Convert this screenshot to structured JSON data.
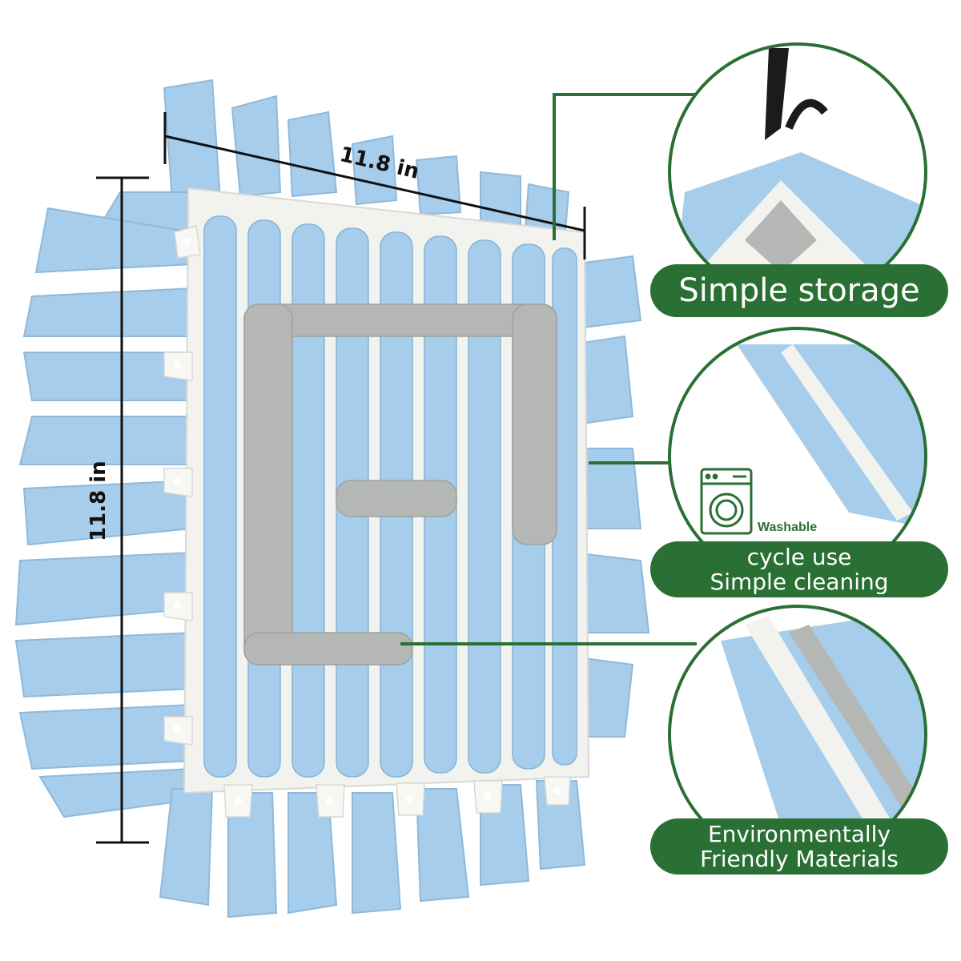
{
  "dimensions": {
    "width_label": "11.8 in",
    "height_label": "11.8 in"
  },
  "features": [
    {
      "lines": [
        "Simple storage"
      ]
    },
    {
      "lines": [
        "cycle use",
        "Simple cleaning"
      ],
      "icon": "washing-machine-icon",
      "icon_label": "Washable"
    },
    {
      "lines": [
        "Environmentally",
        "Friendly Materials"
      ]
    }
  ],
  "colors": {
    "accent_green": "#2a6f34",
    "fleece_blue": "#a6cdeb",
    "fleece_gray": "#b4b7b4",
    "mat_white": "#f2f2ef"
  }
}
